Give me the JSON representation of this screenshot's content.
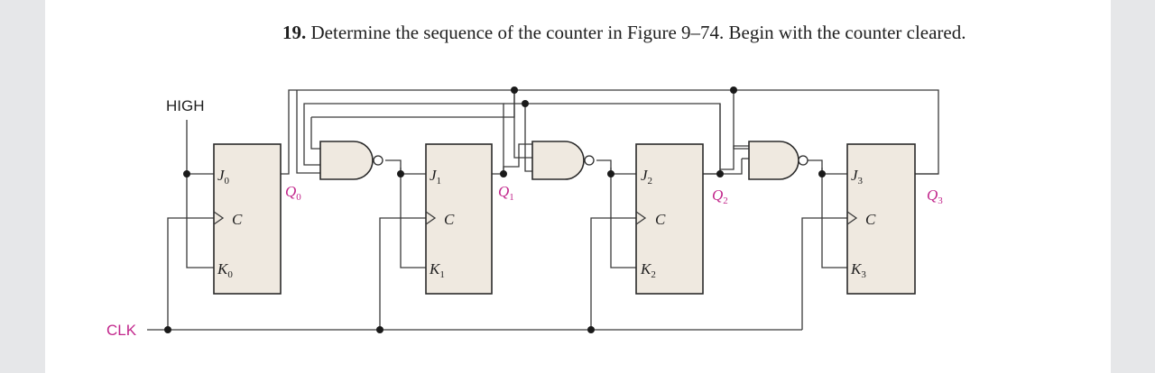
{
  "problem": {
    "number": "19.",
    "text": "Determine the sequence of the counter in Figure 9–74. Begin with the counter cleared."
  },
  "labels": {
    "high": "HIGH",
    "clk": "CLK",
    "clock_symbol": "C"
  },
  "flipflops": [
    {
      "j": "J",
      "k": "K",
      "q": "Q",
      "index": "0"
    },
    {
      "j": "J",
      "k": "K",
      "q": "Q",
      "index": "1"
    },
    {
      "j": "J",
      "k": "K",
      "q": "Q",
      "index": "2"
    },
    {
      "j": "J",
      "k": "K",
      "q": "Q",
      "index": "3"
    }
  ],
  "colors": {
    "accent": "#c2278c",
    "block_fill": "#efe9e0",
    "background": "#e6e7e9"
  }
}
